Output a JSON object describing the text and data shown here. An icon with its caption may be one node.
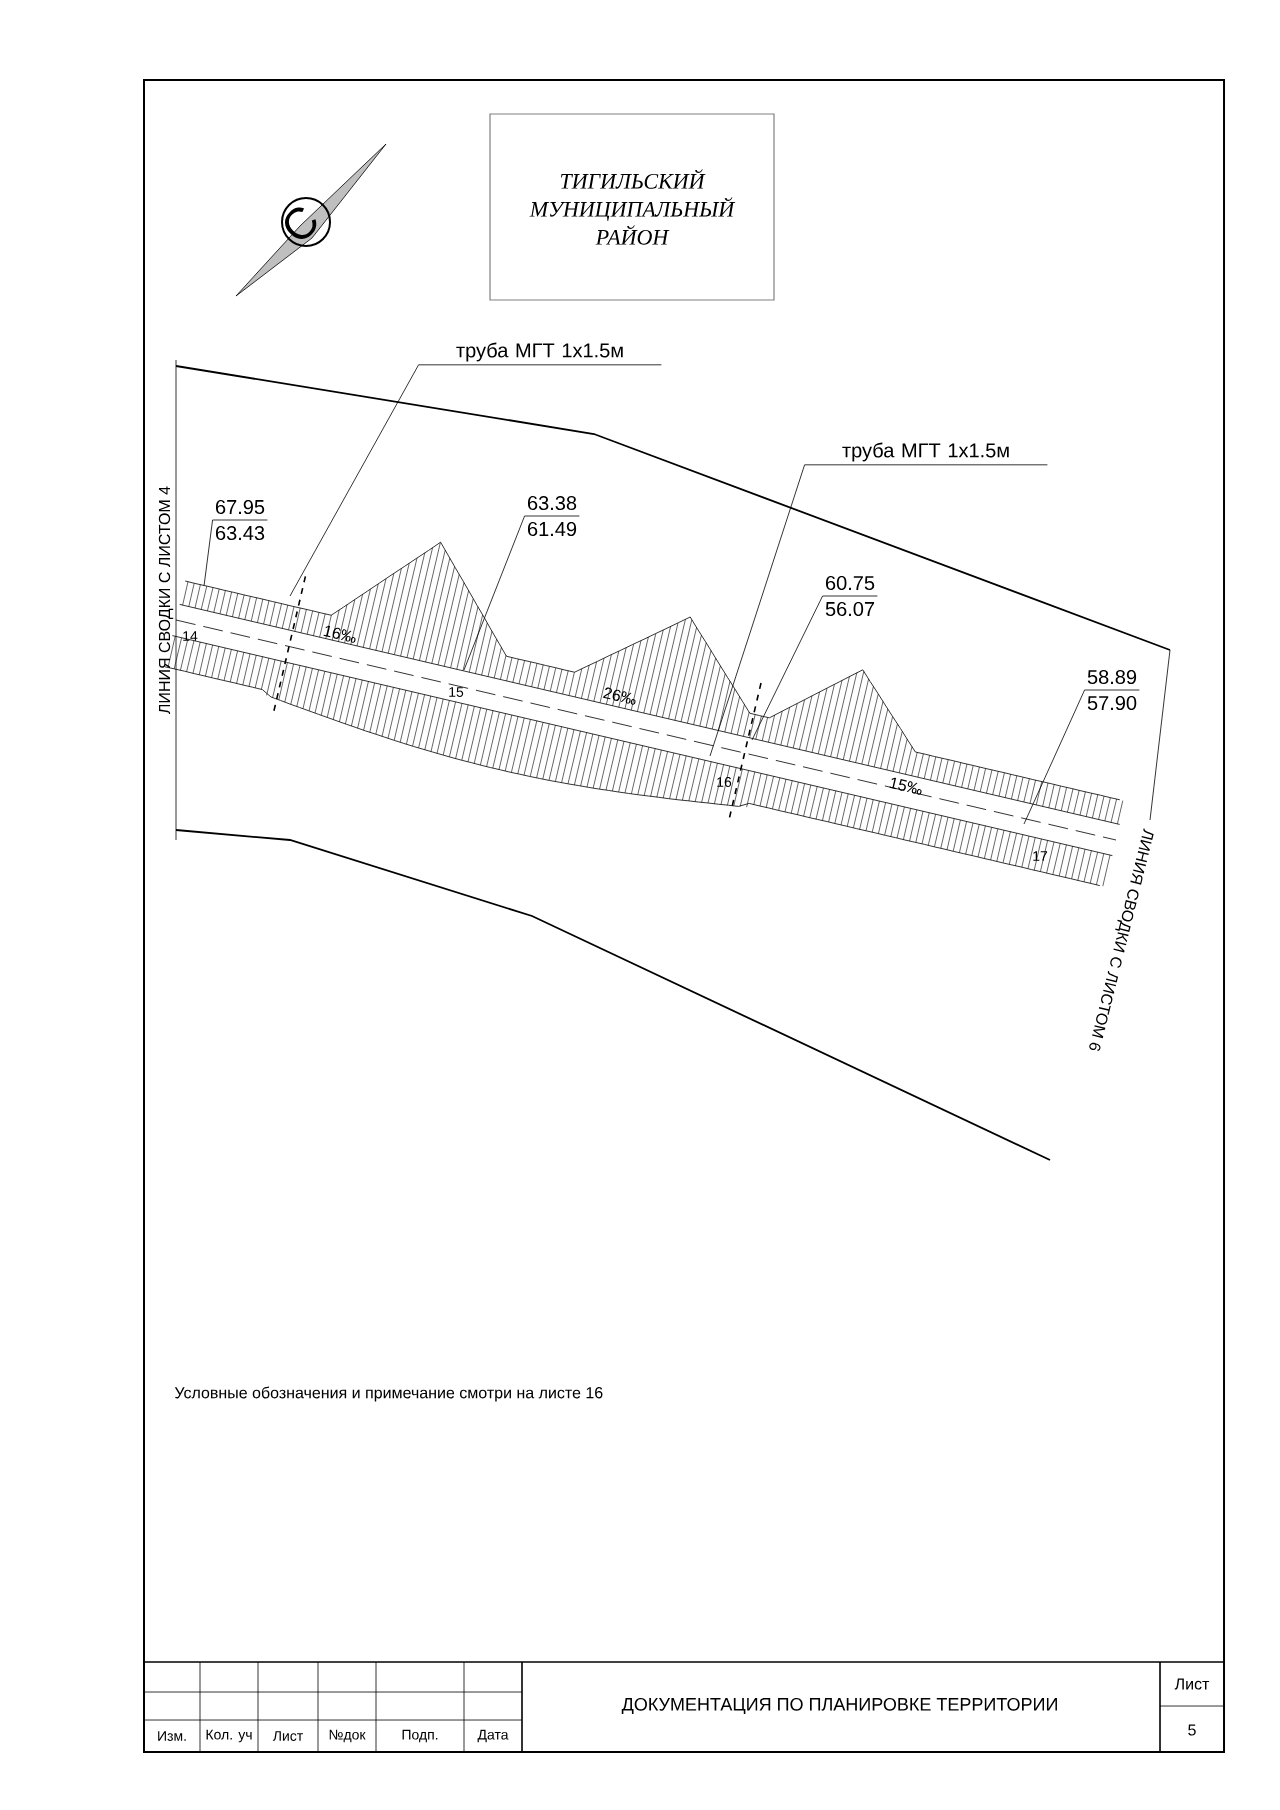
{
  "diagram": {
    "nodes": [
      {
        "text": [
          "ТИГИЛЬСКИЙ МУНИЦИПАЛЬНЫЙ РАЙОН"
        ]
      },
      {
        "text": [
          "труба МГТ 1x1.5м"
        ]
      },
      {
        "text": [
          "труба МГТ 1x1.5м"
        ]
      },
      {
        "text": [
          "67.95",
          "63.43"
        ]
      },
      {
        "text": [
          "63.38",
          "61.49"
        ]
      },
      {
        "text": [
          "60.75",
          "56.07"
        ]
      },
      {
        "text": [
          "58.89",
          "57.90"
        ]
      }
    ],
    "edges": [
      {
        "from": 1,
        "to": null,
        "arrow": "none"
      },
      {
        "from": 2,
        "to": null,
        "arrow": "none"
      },
      {
        "from": 3,
        "to": null,
        "arrow": "none"
      },
      {
        "from": 4,
        "to": null,
        "arrow": "none"
      },
      {
        "from": 5,
        "to": null,
        "arrow": "none"
      },
      {
        "from": 6,
        "to": null,
        "arrow": "none"
      }
    ],
    "labels": [
      "С",
      "ЛИНИЯ СВОДКИ С ЛИСТОМ 4",
      "14",
      "16‰",
      "15",
      "26‰",
      "16",
      "15‰",
      "17",
      "ЛИНИЯ СВОДКИ С ЛИСТОМ 6",
      "Условные обозначения и примечание смотри на листе 16",
      "ДОКУМЕНТАЦИЯ ПО ПЛАНИРОВКЕ ТЕРРИТОРИИ",
      "Лист",
      "Изм.",
      "Кол. уч",
      "Лист",
      "№док",
      "Подп.",
      "Дата",
      "5"
    ]
  }
}
